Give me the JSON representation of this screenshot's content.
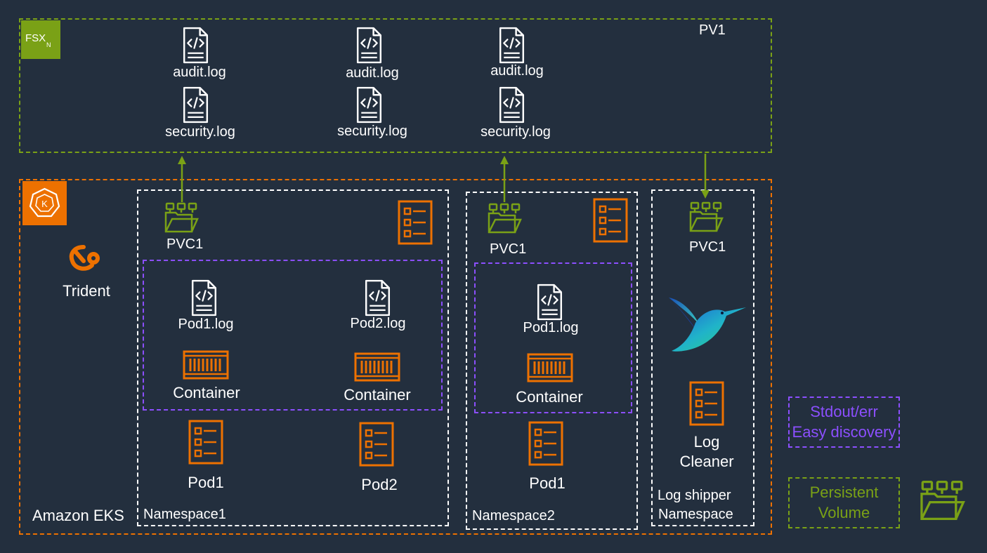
{
  "pv": {
    "label": "PV1",
    "fsx_icon_text": "FSX",
    "files": [
      [
        "audit.log",
        "security.log"
      ],
      [
        "audit.log",
        "security.log"
      ],
      [
        "audit.log",
        "security.log"
      ]
    ]
  },
  "eks": {
    "label": "Amazon EKS",
    "trident_label": "Trident",
    "namespace1": {
      "label": "Namespace1",
      "pvc_label": "PVC1",
      "logs": [
        "Pod1.log",
        "Pod2.log"
      ],
      "containers": [
        "Container",
        "Container"
      ],
      "pods": [
        "Pod1",
        "Pod2"
      ]
    },
    "namespace2": {
      "label": "Namespace2",
      "pvc_label": "PVC1",
      "logs": [
        "Pod1.log"
      ],
      "containers": [
        "Container"
      ],
      "pods": [
        "Pod1"
      ]
    },
    "shipper": {
      "label_line1": "Log shipper",
      "label_line2": "Namespace",
      "pvc_label": "PVC1",
      "cleaner_line1": "Log",
      "cleaner_line2": "Cleaner"
    }
  },
  "legend": {
    "stdout_line1": "Stdout/err",
    "stdout_line2": "Easy discovery",
    "pv_line1": "Persistent",
    "pv_line2": "Volume"
  },
  "colors": {
    "background": "#232f3e",
    "storage_green": "#7aa116",
    "compute_orange": "#ed7100",
    "pod_purple": "#8c4fff",
    "text": "#ffffff"
  },
  "icons": [
    "fsx-icon",
    "kubernetes-icon",
    "trident-icon",
    "log-file-icon",
    "container-icon",
    "pod-icon",
    "pvc-icon",
    "fluentbit-hummingbird-icon"
  ]
}
